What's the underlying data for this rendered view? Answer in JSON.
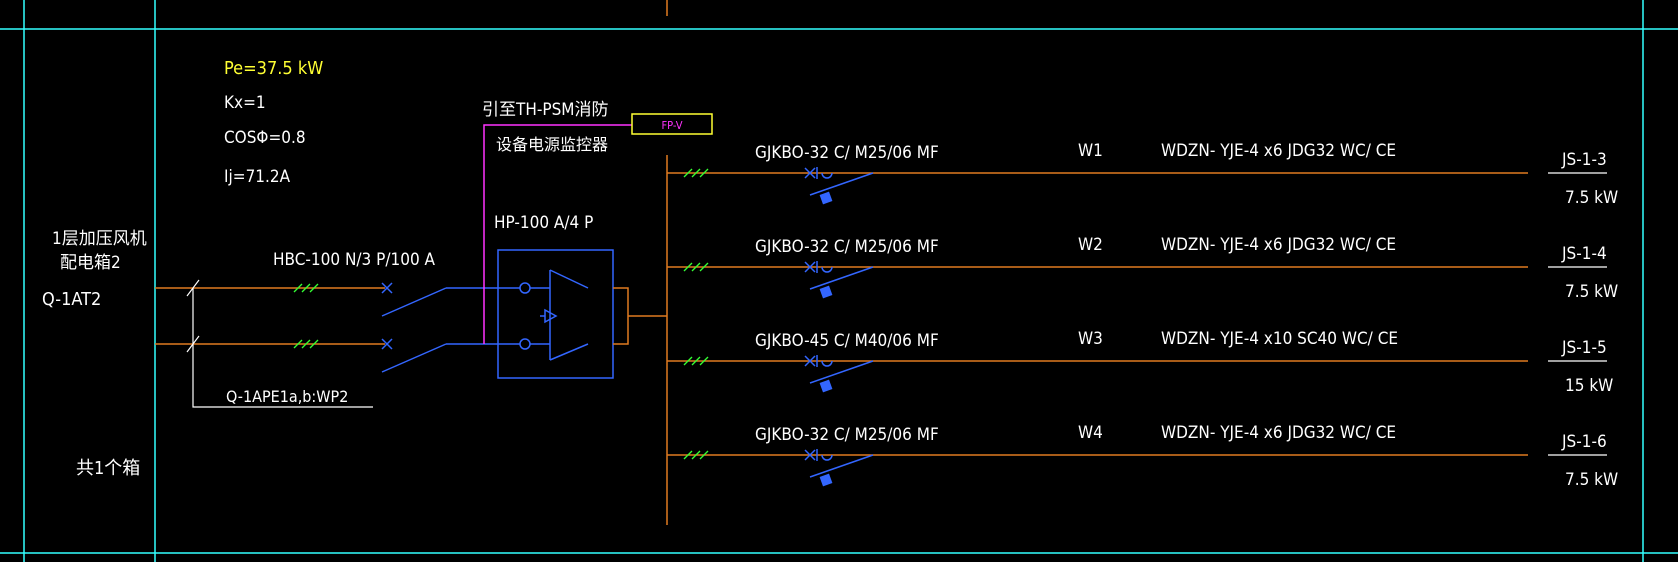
{
  "panel": {
    "name_line1": "1层加压风机",
    "name_line2": "配电箱2",
    "code": "Q-1AT2",
    "count": "共1个箱"
  },
  "params": {
    "pe": "Pe=37.5 kW",
    "kx": "Kx=1",
    "cos": "COSΦ=0.8",
    "ij": "Ij=71.2A"
  },
  "incoming": {
    "breaker_label": "HBC-100 N/3 P/100 A",
    "source_label": "Q-1APE1a,b:WP2"
  },
  "ats": {
    "label": "HP-100 A/4 P"
  },
  "monitor": {
    "line1": "引至TH-PSM消防",
    "line2": "设备电源监控器",
    "box_label": "FP-V"
  },
  "circuits": [
    {
      "breaker": "GJKBO-32 C/ M25/06 MF",
      "id": "W1",
      "cable": "WDZN- YJE-4 x6  JDG32  WC/ CE",
      "load": "JS-1-3",
      "power": "7.5 kW"
    },
    {
      "breaker": "GJKBO-32 C/ M25/06 MF",
      "id": "W2",
      "cable": "WDZN- YJE-4 x6  JDG32  WC/ CE",
      "load": "JS-1-4",
      "power": "7.5 kW"
    },
    {
      "breaker": "GJKBO-45 C/ M40/06 MF",
      "id": "W3",
      "cable": "WDZN- YJE-4 x10  SC40  WC/ CE",
      "load": "JS-1-5",
      "power": "15 kW"
    },
    {
      "breaker": "GJKBO-32 C/ M25/06 MF",
      "id": "W4",
      "cable": "WDZN- YJE-4 x6  JDG32  WC/ CE",
      "load": "JS-1-6",
      "power": "7.5 kW"
    }
  ],
  "colors": {
    "frame": "#33ffff",
    "feeder": "#e07a20",
    "switch": "#3366ff",
    "monitor": "#ff33ff",
    "hatch": "#33ff33",
    "text": "#ffffff",
    "highlight": "#ffff33"
  }
}
